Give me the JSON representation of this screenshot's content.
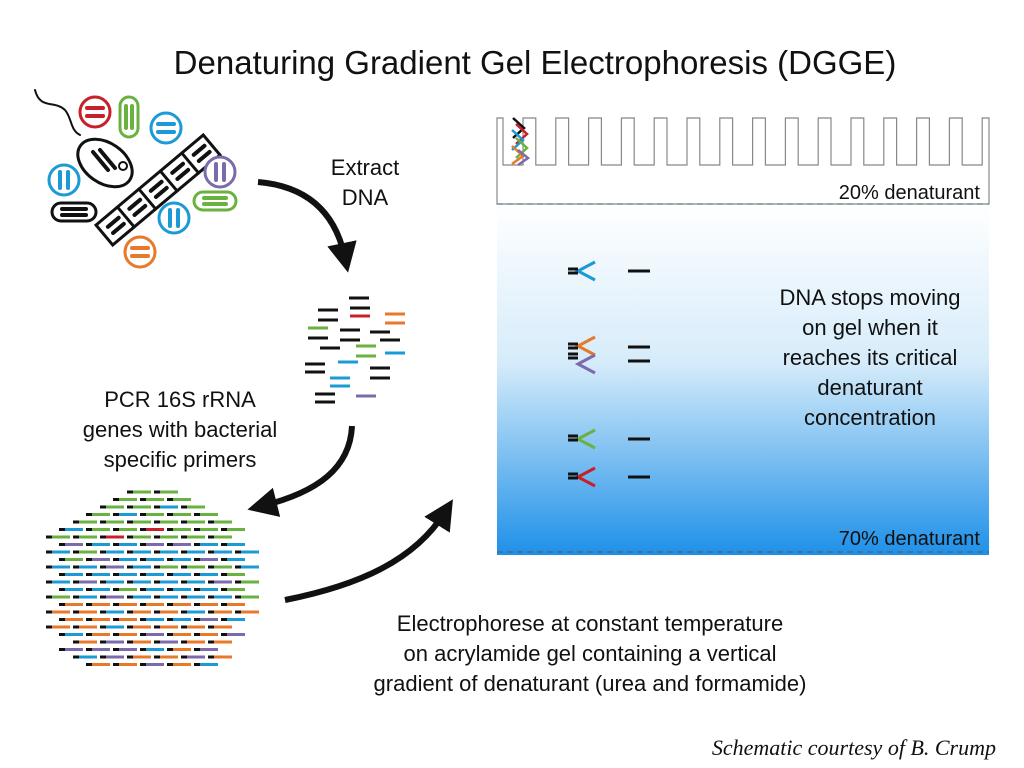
{
  "title": "Denaturing Gradient Gel Electrophoresis (DGGE)",
  "labels": {
    "extract_line1": "Extract",
    "extract_line2": "DNA",
    "pcr_line1": "PCR 16S rRNA",
    "pcr_line2": "genes with bacterial",
    "pcr_line3": "specific primers",
    "electro_line1": "Electrophorese at constant temperature",
    "electro_line2": "on acrylamide gel containing a vertical",
    "electro_line3": "gradient of denaturant (urea and formamide)",
    "stop_line1": "DNA stops moving",
    "stop_line2": "on gel when it",
    "stop_line3": "reaches its critical",
    "stop_line4": "denaturant",
    "stop_line5": "concentration",
    "denaturant_top": "20% denaturant",
    "denaturant_bottom": "70% denaturant"
  },
  "credit": "Schematic courtesy of B. Crump",
  "colors": {
    "red": "#c8202a",
    "green": "#6ab23f",
    "blue": "#1c9ad6",
    "purple": "#7b6bab",
    "orange": "#e8782a",
    "black": "#111111",
    "gel_top": "#ffffff",
    "gel_bottom": "#1e90e8"
  }
}
